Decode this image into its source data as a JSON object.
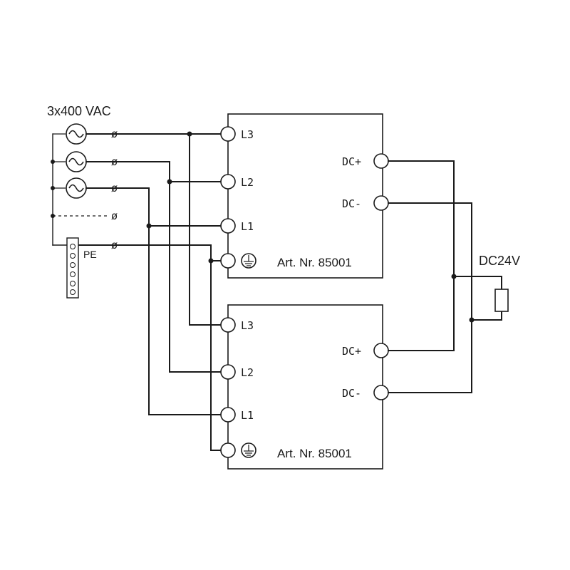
{
  "supply": {
    "label": "3x400 VAC",
    "pe_label": "PE",
    "fuse_symbol": "ø"
  },
  "units": [
    {
      "article": "Art. Nr. 85001",
      "inputs": [
        "L3",
        "L2",
        "L1"
      ],
      "outputs": [
        "DC+",
        "DC-"
      ]
    },
    {
      "article": "Art. Nr. 85001",
      "inputs": [
        "L3",
        "L2",
        "L1"
      ],
      "outputs": [
        "DC+",
        "DC-"
      ]
    }
  ],
  "load": {
    "label": "DC24V"
  },
  "icons": {
    "ac_source": "ac-source-icon",
    "ground": "ground-icon",
    "terminal_block": "terminal-block-icon"
  }
}
